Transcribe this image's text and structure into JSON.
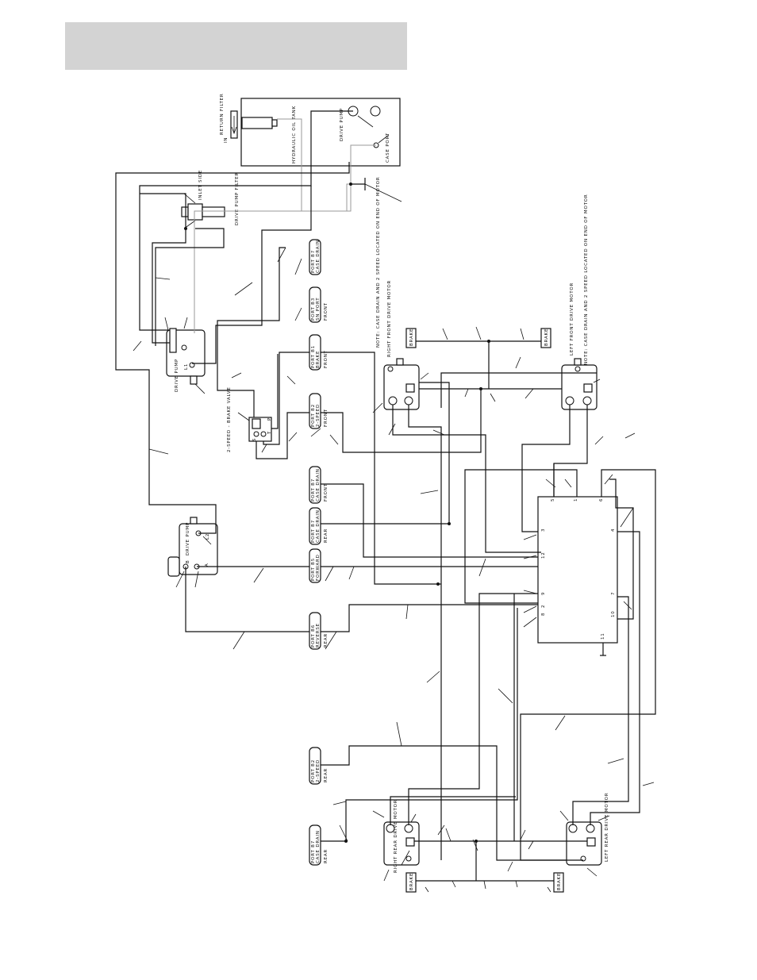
{
  "diagram": {
    "tank": {
      "title": "HYDRAULIC OIL TANK",
      "drive_pump": "DRIVE PUMP",
      "case_port": "CASE PORT"
    },
    "return_filter": {
      "in": "IN",
      "label": "RETURN FILTER"
    },
    "pump_filter": {
      "inlet": "INLET SIDE",
      "label": "DRIVE PUMP FILTER"
    },
    "drive_pump_1": {
      "label": "DRIVE PUMP",
      "port_l1": "L1"
    },
    "drive_pump_2": {
      "label": "DRIVE PUMP",
      "port_l2": "L2",
      "port_a": "A",
      "port_b": "B"
    },
    "valve": {
      "label": "2-SPEED - BRAKE VALVE",
      "port_s": "S",
      "port_t": "T",
      "port_p": "P"
    },
    "port_labels": [
      {
        "l1": "PORT B7",
        "l2": "CASE DRAIN"
      },
      {
        "l1": "PORT B3",
        "l2": "SN PORT",
        "sub": "FRONT"
      },
      {
        "l1": "PORT B1",
        "l2": "BRAKE",
        "sub": "FRONT"
      },
      {
        "l1": "PORT B2",
        "l2": "2-SPEED",
        "sub": "FRONT"
      },
      {
        "l1": "PORT B7",
        "l2": "CASE DRAIN",
        "sub": "FRONT"
      },
      {
        "l1": "PORT B7",
        "l2": "CASE DRAIN",
        "sub": "REAR"
      },
      {
        "l1": "PORT B5",
        "l2": "FORWARD"
      },
      {
        "l1": "PORT B6",
        "l2": "REVERSE",
        "sub": "REAR"
      },
      {
        "l1": "PORT B2",
        "l2": "2-SPEED",
        "sub": "REAR"
      },
      {
        "l1": "PORT B7",
        "l2": "CASE DRAIN",
        "sub": "REAR"
      }
    ],
    "notes": {
      "front_right": "NOTE: CASE DRAIN AND 2 SPEED LOCATED ON END OF MOTOR",
      "front_left": "NOTE: CASE DRAIN AND 2 SPEED LOCATED ON END OF MOTOR"
    },
    "motors": {
      "right_front": "RIGHT FRONT DRIVE MOTOR",
      "left_front": "LEFT FRONT DRIVE MOTOR",
      "right_rear": "RIGHT REAR DRIVE MOTOR",
      "left_rear": "LEFT REAR DRIVE MOTOR"
    },
    "brake": "BRAKE",
    "manifold_ports": {
      "top": [
        "5",
        "1",
        "6"
      ],
      "left": [
        "3",
        "12",
        "9",
        "8",
        "2"
      ],
      "right": [
        "4",
        "7",
        "10"
      ],
      "bottom": "11"
    }
  },
  "colors": {
    "header": "#d3d3d3",
    "line": "#111111",
    "return_line": "#999999"
  }
}
